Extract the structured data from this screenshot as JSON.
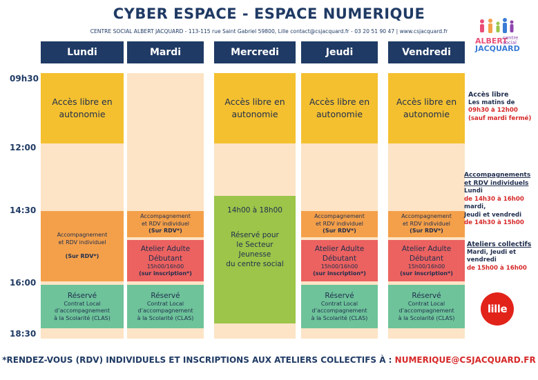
{
  "title": "CYBER ESPACE - ESPACE NUMERIQUE",
  "subtitle": "CENTRE SOCIAL ALBERT JACQUARD - 113-115 rue Saint Gabriel 59800, Lille  contact@csjacquard.fr  - 03 20 51 90 47  | www.csjacquard.fr",
  "logo": {
    "line1": "ALBERT",
    "line2": "JACQUARD",
    "small1": "centre",
    "small2": "social"
  },
  "lille_logo": "lille",
  "times": [
    "09h30",
    "12:00",
    "14:30",
    "16:00",
    "18:30"
  ],
  "days": [
    "Lundi",
    "Mardi",
    "Mercredi",
    "Jeudi",
    "Vendredi"
  ],
  "blocks": {
    "acces_line1": "Accès libre en",
    "acces_line2": "autonomie",
    "accomp_line1": "Accompagnement",
    "accomp_line2": "et RDV individuel",
    "sur_rdv": "(Sur RDV*)",
    "atelier_line1": "Atelier Adulte",
    "atelier_line2": "Débutant",
    "atelier_time": "15h00/16h00",
    "sur_inscription": "(sur inscription*)",
    "reserve": "Réservé",
    "clas_line1": "Contrat Local",
    "clas_line2": "d’accompagnement",
    "clas_line3": "à la Scolarité (CLAS)",
    "mercredi_time": "14h00 à 18h00",
    "mercredi_l1": "Réservé pour",
    "mercredi_l2": "le Secteur",
    "mercredi_l3": "Jeunesse",
    "mercredi_l4": "du centre social"
  },
  "side": {
    "acces_title": "Accès libre",
    "acces_l1": "Les matins de",
    "acces_l2": "09h30 à 12h00",
    "acces_l3": "(sauf mardi fermé)",
    "accomp_title1": "Accompagnements",
    "accomp_title2": "et RDV individuels",
    "accomp_l1": "Lundi",
    "accomp_l2": "de 14h30 à 16h00",
    "accomp_l3": "mardi,",
    "accomp_l4": "Jeudi et vendredi",
    "accomp_l5": "de 14h30 à 15h00",
    "ateliers_title": "Ateliers collectifs",
    "ateliers_l1": "Mardi, Jeudi et",
    "ateliers_l2": "vendredi",
    "ateliers_l3": "de 15h00 à 16h00"
  },
  "footer": {
    "text": "*RENDEZ-VOUS (RDV) INDIVIDUELS ET INSCRIPTIONS AUX ATELIERS COLLECTIFS À : ",
    "email": "NUMERIQUE@CSJACQUARD.FR"
  },
  "colors": {
    "navy": "#1f3a64",
    "yellow": "#f4c02f",
    "orange": "#f4a04a",
    "red": "#eb6260",
    "green": "#6ec39a",
    "lime": "#9cc54a",
    "peach": "#fde4c6"
  }
}
